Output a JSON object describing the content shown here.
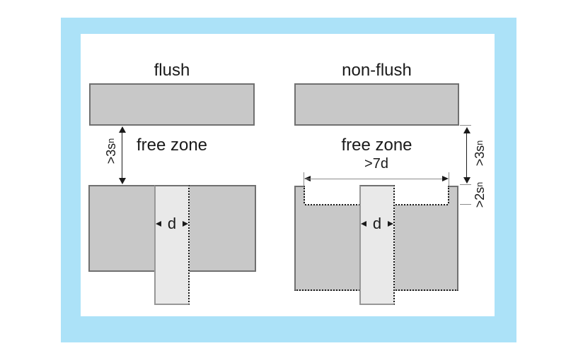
{
  "colors": {
    "frame": "#ace2f8",
    "metal_fill": "#c8c8c8",
    "metal_border": "#707070",
    "sensor_fill": "#e9e9e9",
    "line": "#1a1a1a"
  },
  "diagrams": {
    "flush": {
      "title": "flush",
      "free_zone": "free zone",
      "clearance": {
        "text": ">3s",
        "sub": "n"
      },
      "diameter": "d"
    },
    "non_flush": {
      "title": "non-flush",
      "free_zone": "free zone",
      "recess_width": ">7d",
      "clearance": {
        "text": ">3s",
        "sub": "n"
      },
      "recess_depth": {
        "text": ">2s",
        "sub": "n"
      },
      "diameter": "d"
    }
  }
}
